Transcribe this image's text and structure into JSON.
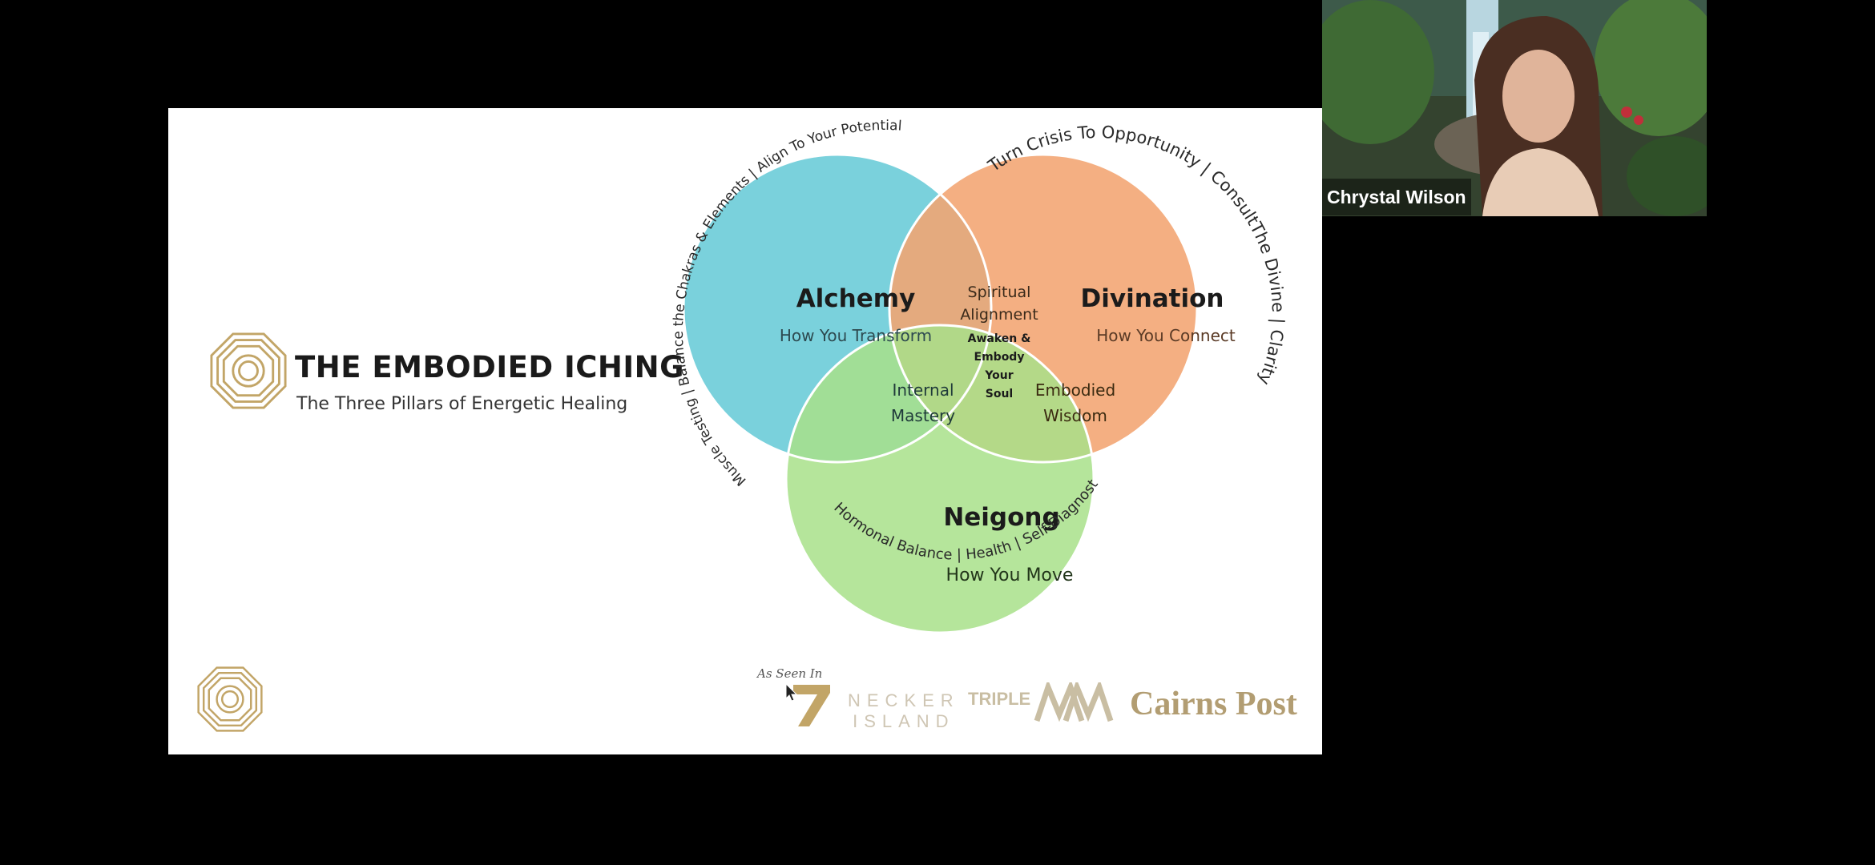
{
  "slide": {
    "brand": {
      "title": "THE EMBODIED ICHING",
      "subtitle": "The Three Pillars of Energetic Healing"
    },
    "venn": {
      "circles": [
        {
          "name": "Alchemy",
          "subtitle": "How You Transform",
          "color": "#7ad1dc"
        },
        {
          "name": "Divination",
          "subtitle": "How You Connect",
          "color": "#f2a471"
        },
        {
          "name": "Neigong",
          "subtitle": "How You Move",
          "color": "#a8e08a"
        }
      ],
      "overlaps": {
        "alchemy_divination": [
          "Spiritual",
          "Alignment"
        ],
        "alchemy_neigong": [
          "Internal",
          "Mastery"
        ],
        "divination_neigong": [
          "Embodied",
          "Wisdom"
        ],
        "center": [
          "Awaken &",
          "Embody",
          "Your",
          "Soul"
        ]
      },
      "arc_texts": {
        "alchemy": "Muscle Testing | Balance the Chakras & Elements | Align To Your Potential",
        "divination": "Turn Crisis To Opportunity | ConsultThe Divine | Clarity",
        "neigong": "Hormonal Balance | Health | Self-Diagnostic Movement Medicine"
      }
    },
    "media": {
      "as_seen_in": "As Seen In",
      "logos": [
        "7",
        "NECKER",
        "ISLAND",
        "TRIPLE",
        "Cairns Post"
      ]
    }
  },
  "video": {
    "speaker_name": "Chrystal Wilson"
  },
  "colors": {
    "gold": "#c2a567",
    "alchemy": "#7ad1dc",
    "divination": "#f2a471",
    "neigong": "#a8e08a"
  }
}
